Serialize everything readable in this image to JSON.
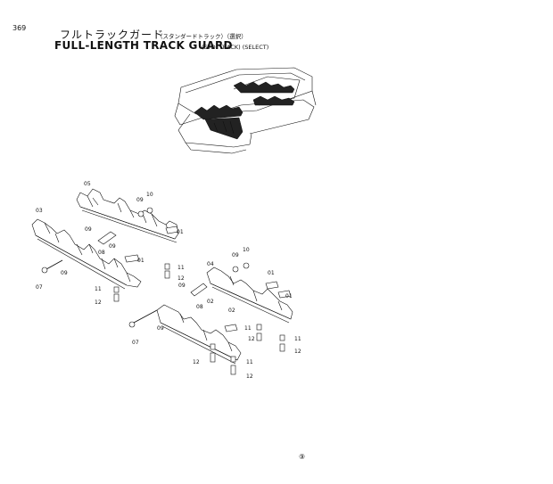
{
  "page": {
    "number": "369",
    "title_jp": "フルトラックガード",
    "title_jp_sub": "（スタンダードトラック）（選択）",
    "title_en": "FULL-LENGTH TRACK GUARD",
    "title_en_sub": "(STD. TRACK) (SELECT)",
    "stamp": "⑨"
  },
  "callouts": {
    "c05": "05",
    "c03": "03",
    "c09a": "09",
    "c10a": "10",
    "c09b": "09",
    "c08a": "08",
    "c09c": "09",
    "c01a": "01",
    "c01b": "01",
    "c11a": "11",
    "c12a": "12",
    "c10b": "10",
    "c09d": "09",
    "c07a": "07",
    "c09e": "09",
    "c11b": "11",
    "c12b": "12",
    "c04": "04",
    "c01c": "01",
    "c01d": "01",
    "c09f": "09",
    "c08b": "08",
    "c02a": "02",
    "c07b": "07",
    "c09g": "09",
    "c02b": "02",
    "c11c": "11",
    "c12c": "12",
    "c11d": "11",
    "c12d": "12",
    "c12e": "12",
    "c11e": "11",
    "c12f": "12"
  }
}
